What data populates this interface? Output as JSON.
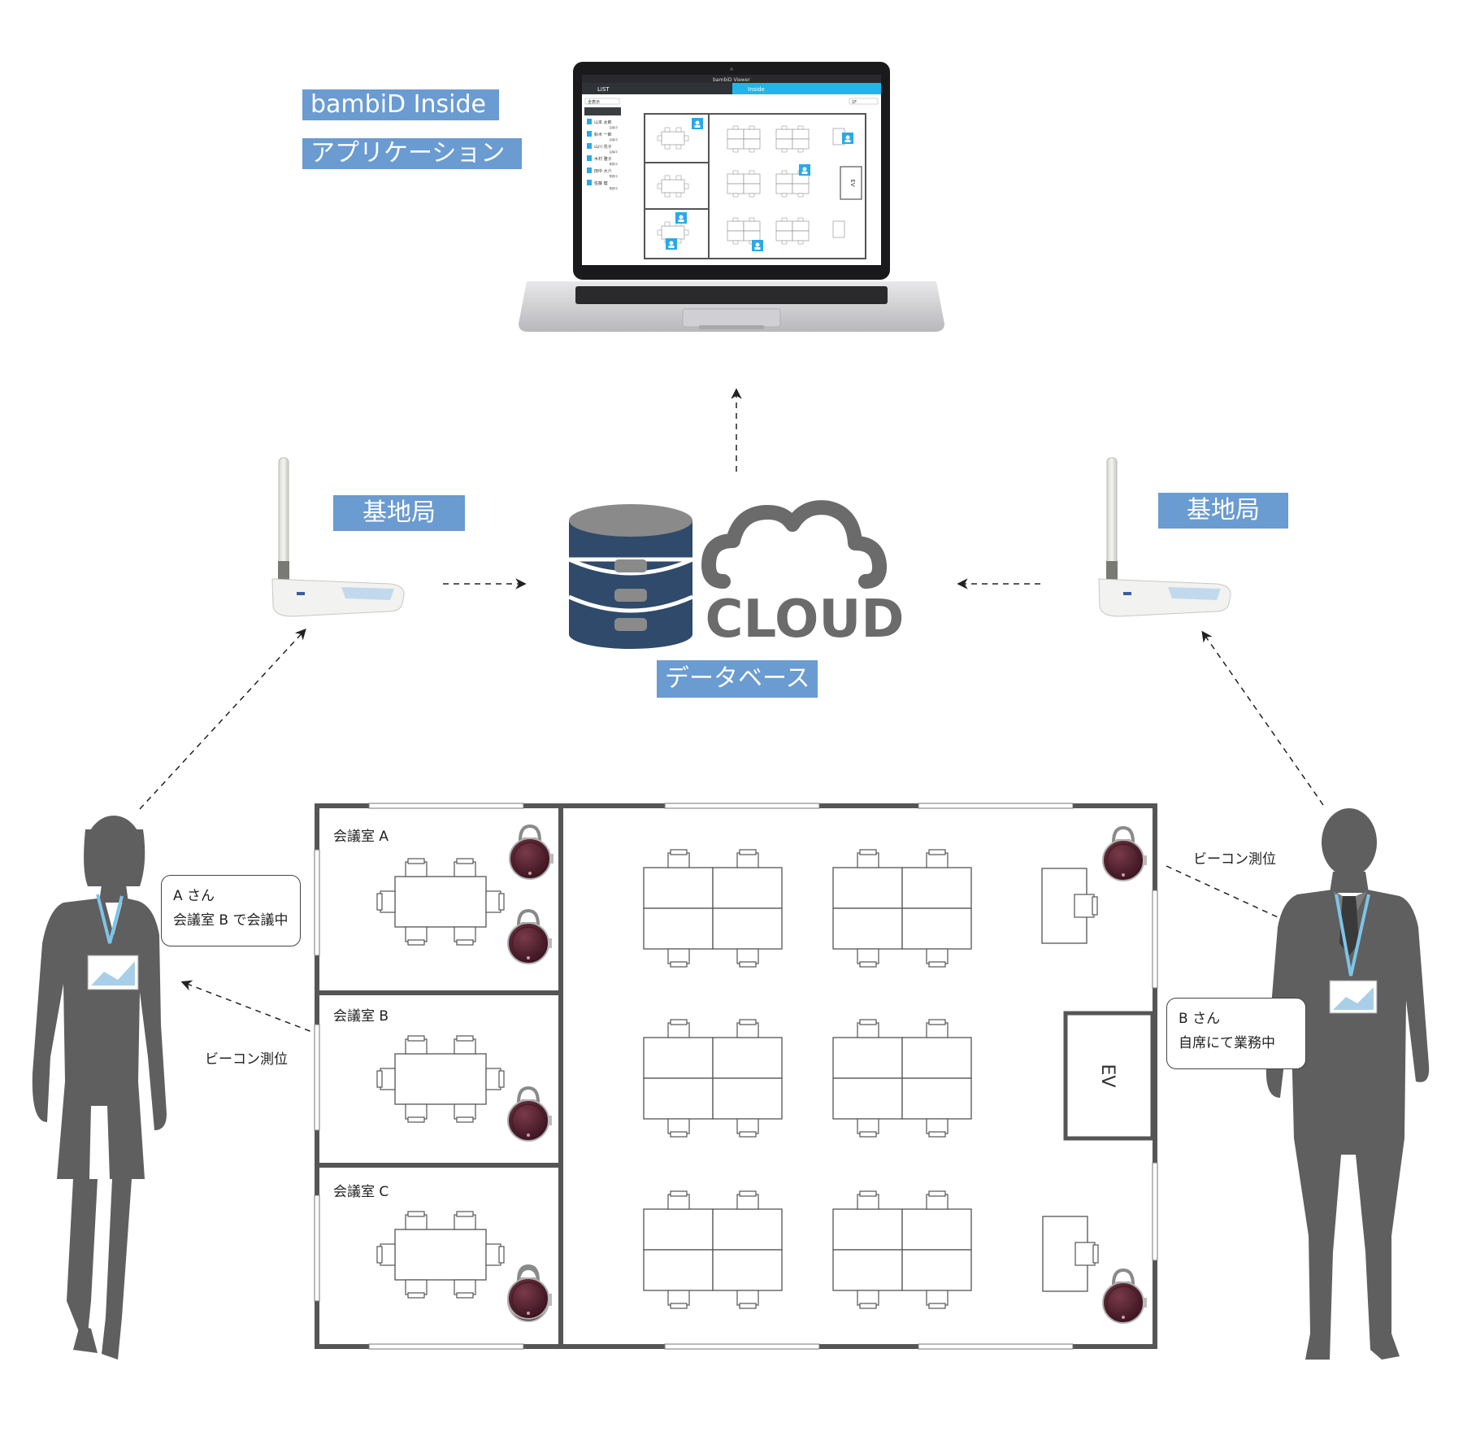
{
  "labels": {
    "app_title": "bambiD Inside",
    "app_subtitle": "アプリケーション",
    "base_left": "基地局",
    "base_right": "基地局",
    "database": "データベース",
    "cloud": "CLOUD"
  },
  "laptop": {
    "window_title": "bambiD Viewer",
    "tab_list": "LIST",
    "tab_inside": "Inside",
    "filter_left": "全表示",
    "filter_right": "1F",
    "people": [
      {
        "name": "山本 太郎",
        "status": "会議中"
      },
      {
        "name": "鈴木 一郎",
        "status": "会議中"
      },
      {
        "name": "山川 花子",
        "status": "会議中"
      },
      {
        "name": "木村 雅子",
        "status": "業務中"
      },
      {
        "name": "田中 大介",
        "status": "業務中"
      },
      {
        "name": "佐藤 健",
        "status": "業務中"
      }
    ],
    "ev": "EV"
  },
  "floor": {
    "room_a": "会議室 A",
    "room_b": "会議室 B",
    "room_c": "会議室 C",
    "ev": "EV"
  },
  "persons": {
    "a_name": "A さん",
    "a_status": "会議室 B で会議中",
    "b_name": "B さん",
    "b_status": "自席にて業務中",
    "beacon_left": "ビーコン測位",
    "beacon_right": "ビーコン測位"
  },
  "colors": {
    "label_bg": "#6a9bd1",
    "db_dark": "#2f4a6a",
    "db_top": "#8a8a8a",
    "cloud": "#6b6b6b",
    "silhouette": "#5f5f5f",
    "beacon": "#5a2533",
    "wall": "#555555"
  }
}
